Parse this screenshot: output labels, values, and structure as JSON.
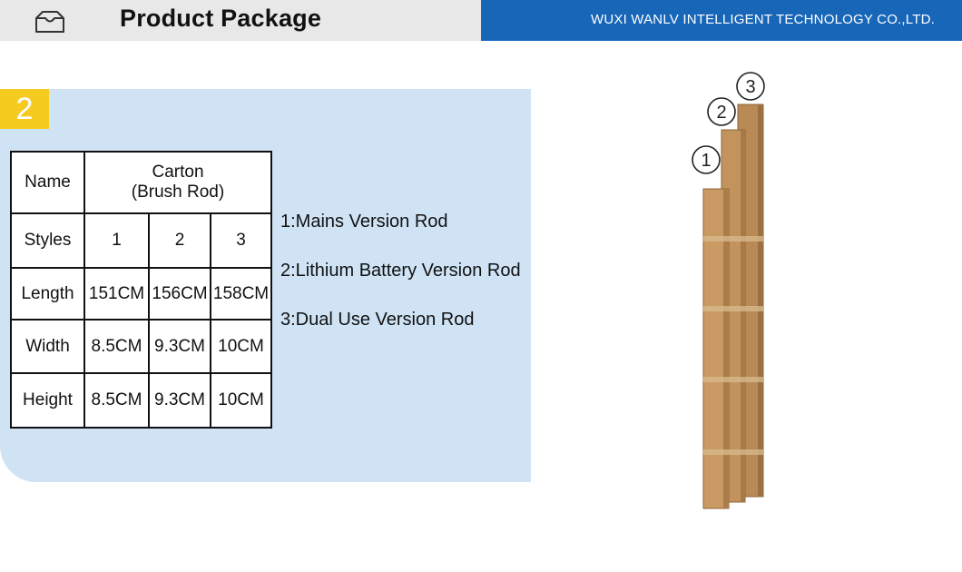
{
  "header": {
    "icon": "package-box-icon",
    "title": "Product Package",
    "company": "WUXI WANLV INTELLIGENT TECHNOLOGY CO.,LTD.",
    "colors": {
      "left_bg": "#e8e8e8",
      "right_bg": "#1766b8"
    }
  },
  "section": {
    "number": "2",
    "badge_color": "#f6cb1f",
    "panel_color": "#cfe3f5"
  },
  "table": {
    "name_label": "Name",
    "product_label_line1": "Carton",
    "product_label_line2": "(Brush Rod)",
    "styles_label": "Styles",
    "styles": [
      "1",
      "2",
      "3"
    ],
    "rows": [
      {
        "label": "Length",
        "values": [
          "151CM",
          "156CM",
          "158CM"
        ]
      },
      {
        "label": "Width",
        "values": [
          "8.5CM",
          "9.3CM",
          "10CM"
        ]
      },
      {
        "label": "Height",
        "values": [
          "8.5CM",
          "9.3CM",
          "10CM"
        ]
      }
    ]
  },
  "legend": [
    "1:Mains Version Rod",
    "2:Lithium Battery Version Rod",
    "3:Dual Use Version Rod"
  ],
  "photo": {
    "labels": [
      "1",
      "2",
      "3"
    ],
    "box_color": "#b98a55"
  }
}
